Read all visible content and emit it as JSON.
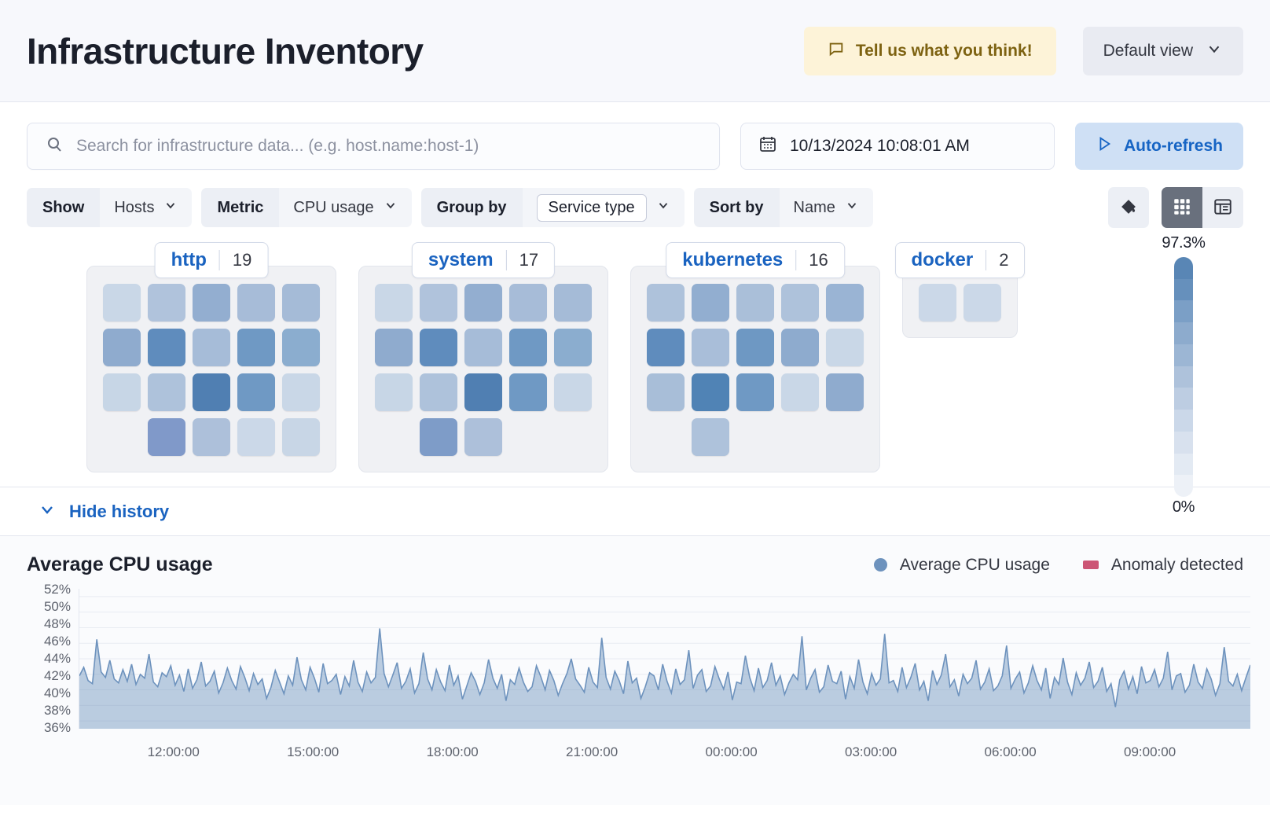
{
  "header": {
    "title": "Infrastructure Inventory",
    "feedback_label": "Tell us what you think!",
    "feedback_icon": "comment-icon",
    "view_label": "Default view",
    "view_icon": "chevron-down-icon"
  },
  "search": {
    "placeholder": "Search for infrastructure data... (e.g. host.name:host-1)",
    "value": "",
    "icon": "search-icon"
  },
  "datepicker": {
    "value": "10/13/2024 10:08:01 AM",
    "icon": "calendar-icon"
  },
  "autorefresh": {
    "label": "Auto-refresh",
    "icon": "play-icon"
  },
  "controls": [
    {
      "label": "Show",
      "value": "Hosts",
      "boxed": false,
      "icon": "chevron-down-icon"
    },
    {
      "label": "Metric",
      "value": "CPU usage",
      "boxed": false,
      "icon": "chevron-down-icon"
    },
    {
      "label": "Group by",
      "value": "Service type",
      "boxed": true,
      "icon": "chevron-down-icon"
    },
    {
      "label": "Sort by",
      "value": "Name",
      "boxed": false,
      "icon": "chevron-down-icon"
    }
  ],
  "toolbar": {
    "legend_icon": "color-fill-icon",
    "map_view_icon": "grid-icon",
    "table_view_icon": "table-icon",
    "active_view": "map"
  },
  "legend_scale": {
    "max_label": "97.3%",
    "min_label": "0%",
    "colors": [
      "#5986b5",
      "#6690bc",
      "#7b9fc6",
      "#8dabcd",
      "#9cb6d4",
      "#aec2db",
      "#bdcde2",
      "#cbd8e9",
      "#d8e1ee",
      "#e3eaf3",
      "#edf1f7"
    ]
  },
  "groups": [
    {
      "name": "http",
      "count": "19",
      "rows": [
        {
          "offset": 0,
          "cells": [
            "#c9d7e7",
            "#b0c3dc",
            "#93aed0",
            "#a7bcd8",
            "#a5bbd7"
          ]
        },
        {
          "offset": 0,
          "cells": [
            "#8fabce",
            "#5f8cbd",
            "#a6bcd8",
            "#6f99c4",
            "#8badcf"
          ]
        },
        {
          "offset": 0,
          "cells": [
            "#c7d6e6",
            "#aec2db",
            "#507fb2",
            "#6f99c4",
            "#c9d7e7"
          ]
        },
        {
          "offset": 1,
          "cells": [
            "#8099c9",
            "#adc0da",
            "#cbd8e8",
            "#c8d6e6"
          ]
        }
      ]
    },
    {
      "name": "system",
      "count": "17",
      "rows": [
        {
          "offset": 0,
          "cells": [
            "#c9d7e7",
            "#b0c3dc",
            "#93aed0",
            "#a7bcd8",
            "#a5bbd7"
          ]
        },
        {
          "offset": 0,
          "cells": [
            "#8fabce",
            "#5f8cbd",
            "#a6bcd8",
            "#6f99c4",
            "#8badcf"
          ]
        },
        {
          "offset": 0,
          "cells": [
            "#c7d6e6",
            "#aec2db",
            "#507fb2",
            "#6f99c4",
            "#c9d7e7"
          ]
        },
        {
          "offset": 1,
          "cells": [
            "#7e9cc8",
            "#adc0da"
          ]
        }
      ]
    },
    {
      "name": "kubernetes",
      "count": "16",
      "rows": [
        {
          "offset": 0,
          "cells": [
            "#aec2db",
            "#92aed0",
            "#aabfd9",
            "#aec2db",
            "#9ab4d4"
          ]
        },
        {
          "offset": 0,
          "cells": [
            "#5f8cbd",
            "#a9bed9",
            "#6e98c3",
            "#8eabce",
            "#c9d7e7"
          ]
        },
        {
          "offset": 0,
          "cells": [
            "#a8bed8",
            "#5083b5",
            "#6f99c4",
            "#c9d7e7",
            "#8fabce"
          ]
        },
        {
          "offset": 1,
          "cells": [
            "#aec2db"
          ]
        }
      ]
    },
    {
      "name": "docker",
      "count": "2",
      "rows": [
        {
          "offset": 0,
          "cells": [
            "#cbd8e8",
            "#cbd8e8"
          ]
        }
      ]
    }
  ],
  "history_toggle": {
    "label": "Hide history",
    "icon": "chevron-down-icon"
  },
  "chart_data": {
    "type": "area",
    "title": "Average CPU usage",
    "xlabel": "",
    "ylabel": "",
    "grid": true,
    "legend_position": "top-right",
    "legend": [
      {
        "name": "Average CPU usage",
        "color": "#6d92bd",
        "marker": "circle"
      },
      {
        "name": "Anomaly detected",
        "color": "#cc5575",
        "marker": "square"
      }
    ],
    "ylim": [
      35,
      53
    ],
    "ytick_labels": [
      "52%",
      "50%",
      "48%",
      "46%",
      "44%",
      "42%",
      "40%",
      "38%",
      "36%"
    ],
    "ytick_values": [
      52,
      50,
      48,
      46,
      44,
      42,
      40,
      38,
      36
    ],
    "xtick_labels": [
      "12:00:00",
      "15:00:00",
      "18:00:00",
      "21:00:00",
      "00:00:00",
      "03:00:00",
      "06:00:00",
      "09:00:00"
    ],
    "series": [
      {
        "name": "Average CPU usage",
        "color": "#6d92bd",
        "values": [
          41.8,
          42.9,
          41.2,
          40.8,
          46.5,
          42.3,
          41.6,
          43.8,
          41.4,
          40.9,
          42.6,
          41.1,
          43.3,
          40.7,
          42.0,
          41.5,
          44.6,
          41.0,
          40.4,
          42.2,
          41.7,
          43.1,
          40.6,
          41.9,
          39.8,
          42.7,
          40.2,
          41.3,
          43.6,
          40.5,
          41.1,
          42.4,
          39.6,
          40.9,
          42.8,
          41.2,
          40.1,
          43.0,
          41.6,
          39.9,
          42.1,
          40.7,
          41.4,
          38.9,
          40.3,
          42.5,
          41.0,
          39.5,
          41.8,
          40.6,
          44.2,
          41.3,
          40.0,
          42.9,
          41.5,
          39.7,
          43.4,
          40.8,
          41.2,
          42.0,
          39.4,
          41.7,
          40.5,
          43.8,
          41.0,
          39.8,
          42.3,
          40.9,
          41.6,
          47.9,
          42.1,
          40.4,
          41.9,
          43.5,
          40.2,
          41.1,
          42.7,
          39.6,
          40.8,
          44.8,
          41.4,
          40.0,
          42.6,
          41.0,
          39.9,
          43.2,
          40.6,
          41.8,
          38.8,
          40.5,
          42.2,
          41.1,
          39.4,
          40.9,
          43.9,
          41.5,
          40.2,
          42.0,
          38.6,
          41.3,
          40.7,
          42.8,
          41.0,
          39.8,
          40.4,
          43.1,
          41.7,
          40.0,
          42.5,
          41.2,
          39.3,
          40.8,
          42.1,
          44.0,
          41.4,
          40.6,
          39.7,
          42.9,
          41.0,
          40.3,
          46.7,
          41.6,
          40.1,
          42.4,
          41.2,
          39.5,
          43.7,
          40.9,
          41.5,
          38.9,
          40.4,
          42.2,
          41.8,
          40.0,
          43.3,
          41.1,
          39.6,
          42.7,
          40.7,
          41.3,
          45.1,
          40.2,
          41.9,
          42.6,
          39.8,
          40.5,
          43.0,
          41.4,
          40.1,
          42.3,
          38.7,
          41.0,
          40.8,
          44.4,
          41.6,
          39.9,
          42.8,
          40.3,
          41.2,
          43.5,
          40.6,
          41.8,
          39.4,
          40.9,
          42.0,
          41.3,
          46.9,
          40.0,
          41.5,
          42.6,
          39.7,
          40.4,
          43.2,
          41.1,
          40.8,
          42.4,
          38.8,
          41.7,
          40.2,
          43.9,
          41.0,
          39.5,
          42.1,
          40.6,
          41.4,
          47.2,
          40.9,
          41.2,
          39.8,
          42.9,
          40.3,
          41.6,
          43.4,
          40.0,
          41.1,
          38.6,
          42.5,
          40.7,
          41.9,
          44.6,
          40.4,
          41.3,
          39.2,
          42.0,
          40.8,
          41.5,
          43.8,
          40.1,
          41.0,
          42.7,
          39.9,
          40.5,
          41.8,
          45.7,
          40.2,
          41.4,
          42.3,
          39.6,
          40.9,
          43.1,
          41.2,
          40.0,
          42.8,
          38.9,
          41.6,
          40.7,
          44.1,
          41.0,
          39.4,
          42.2,
          40.6,
          41.5,
          43.6,
          40.3,
          41.1,
          42.9,
          39.8,
          40.8,
          37.8,
          41.3,
          42.4,
          40.1,
          41.7,
          39.5,
          43.0,
          40.9,
          41.2,
          42.6,
          40.4,
          41.5,
          44.9,
          40.0,
          41.8,
          42.1,
          39.7,
          40.6,
          43.3,
          41.0,
          40.2,
          42.7,
          41.4,
          39.3,
          40.8,
          45.5,
          41.1,
          40.5,
          42.0,
          39.9,
          41.6,
          43.2
        ]
      }
    ],
    "anomalies": []
  }
}
